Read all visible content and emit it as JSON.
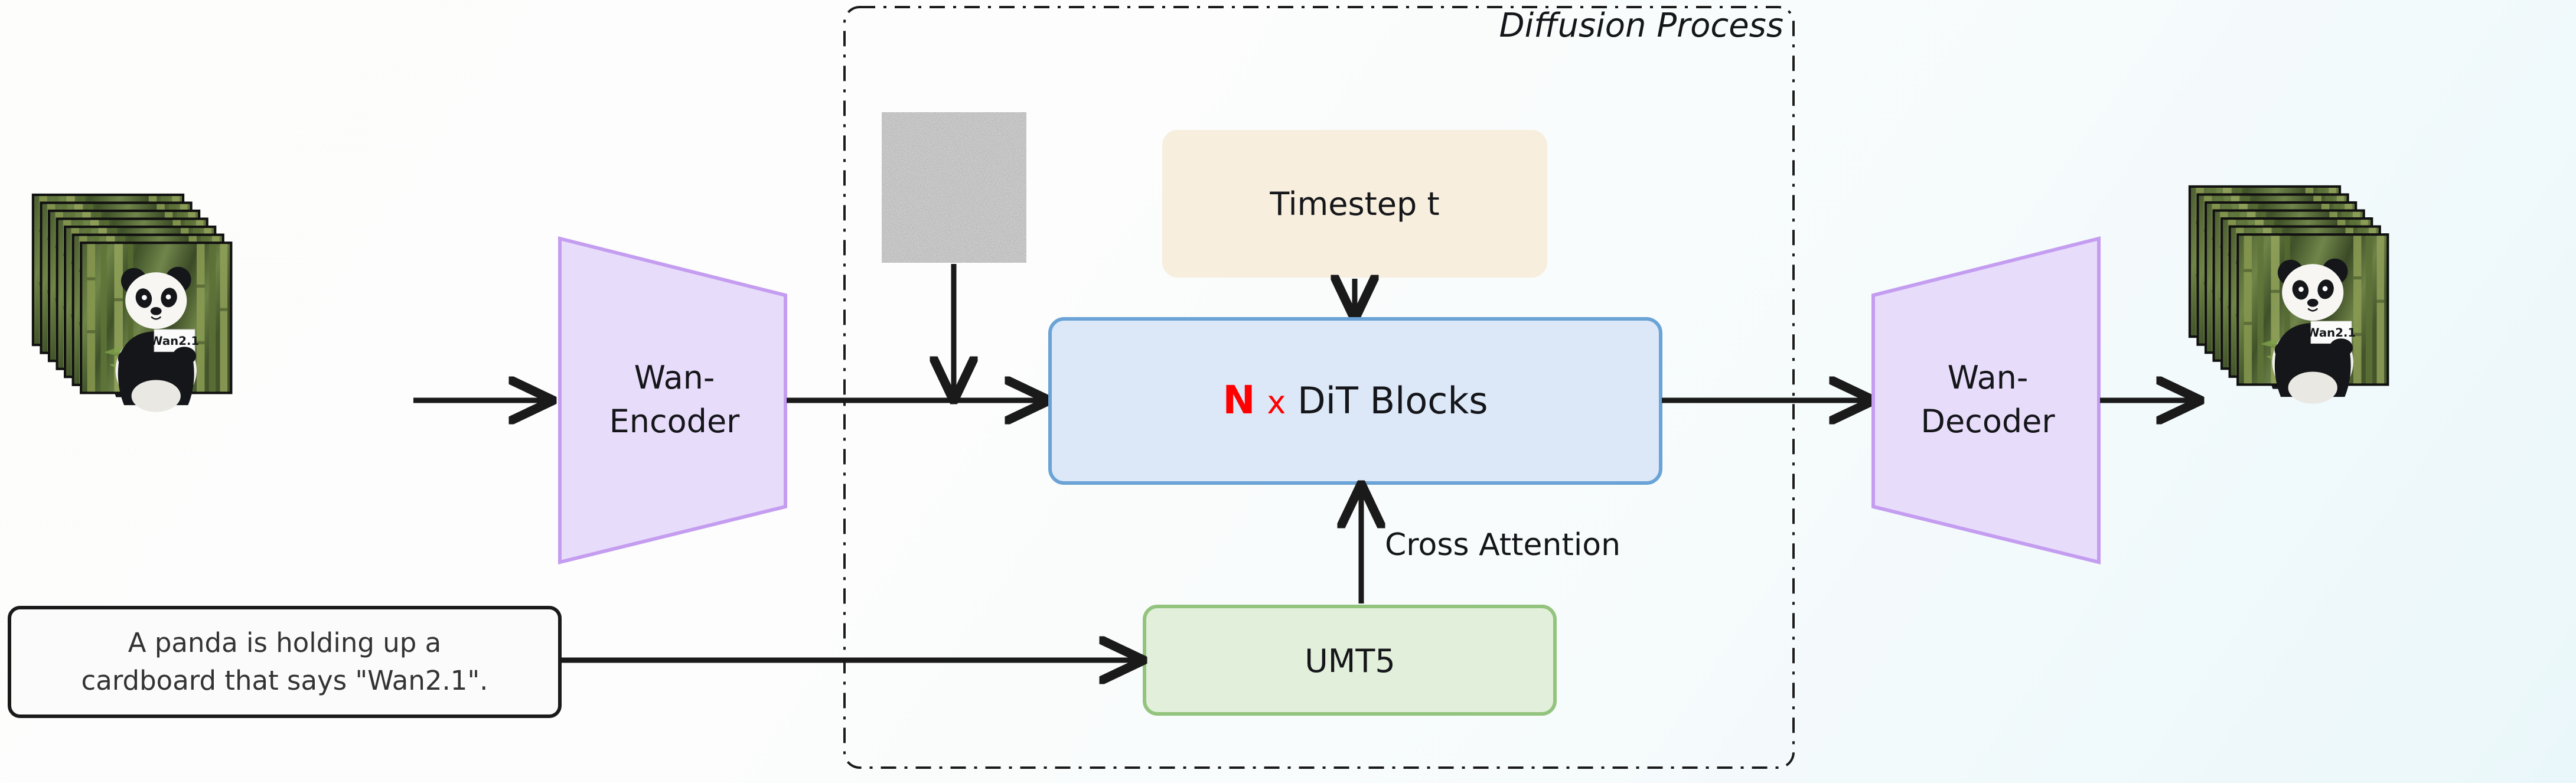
{
  "diagram": {
    "title_region": {
      "label": "Diffusion Process",
      "style": "italic",
      "border": "dash-dot"
    },
    "nodes": {
      "input_frames": {
        "name": "input-video-frames",
        "caption_on_sign": "Wan2.1",
        "frame_count": 7
      },
      "encoder": {
        "label_line1": "Wan-",
        "label_line2": "Encoder",
        "fill": "#e8dcfb",
        "stroke": "#c49df0"
      },
      "noise": {
        "name": "gaussian-noise-latent"
      },
      "timestep": {
        "label": "Timestep t",
        "fill": "#f7eedd",
        "stroke": "#f7eedd"
      },
      "dit": {
        "prefix": "N",
        "multiplier": "x",
        "label": "DiT Blocks",
        "fill": "#dce8f8",
        "stroke": "#6ba3d6",
        "prefix_color": "#ff0000"
      },
      "umt5": {
        "label": "UMT5",
        "fill": "#e2efda",
        "stroke": "#92c47d"
      },
      "decoder": {
        "label_line1": "Wan-",
        "label_line2": "Decoder",
        "fill": "#e8dcfb",
        "stroke": "#c49df0"
      },
      "output_frames": {
        "name": "output-video-frames",
        "caption_on_sign": "Wan2.1",
        "frame_count": 7
      },
      "prompt": {
        "line1": "A panda is holding up a",
        "line2": "cardboard that says \"Wan2.1\".",
        "fill": "#fbfbfb",
        "stroke": "#1a1a1a"
      }
    },
    "edge_labels": {
      "cross_attention": "Cross Attention"
    },
    "colors": {
      "arrow": "#1a1a1a",
      "region_border": "#1a1a1a",
      "background_start": "#fdfdfb",
      "background_end": "#eaf7fa"
    }
  }
}
